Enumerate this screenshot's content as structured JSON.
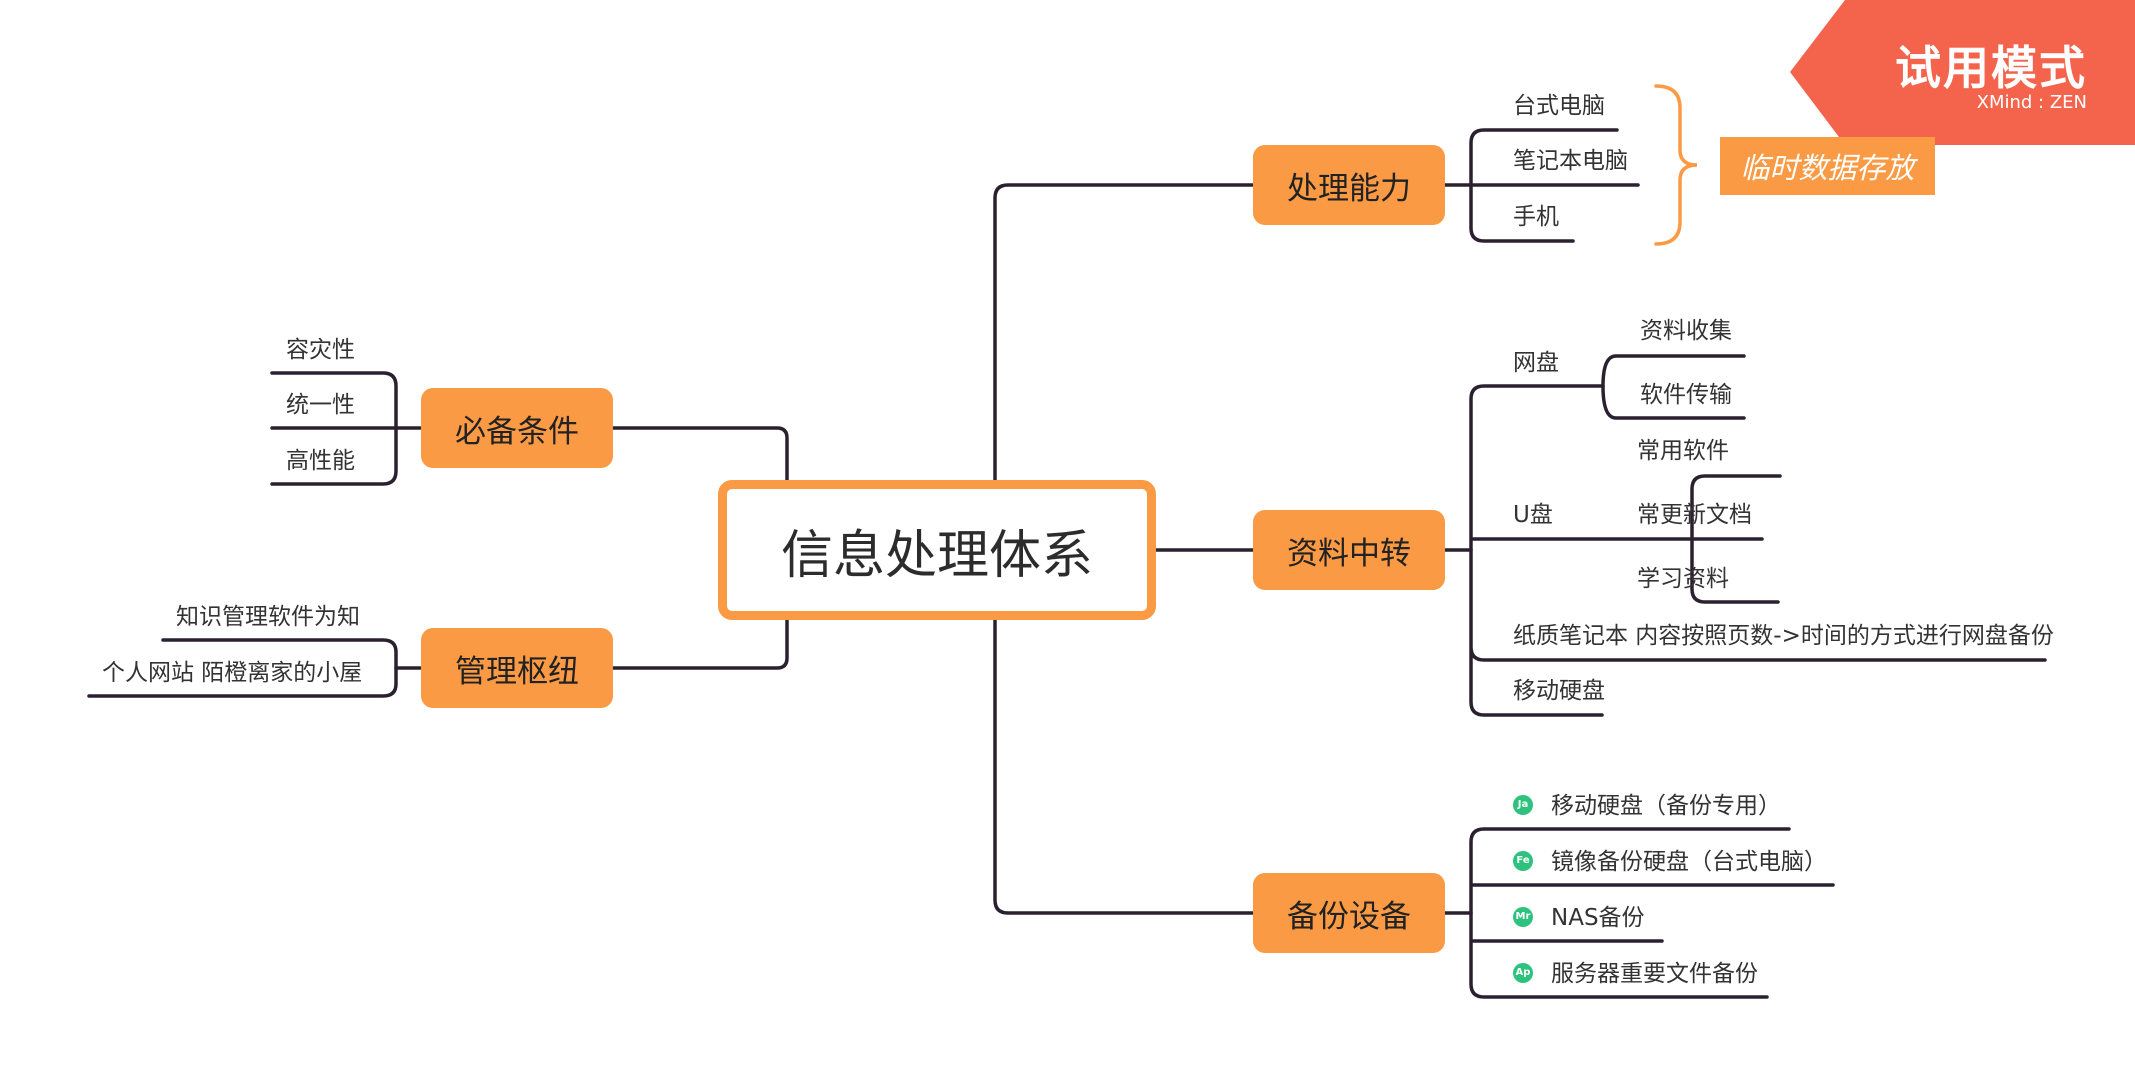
{
  "central": {
    "label": "信息处理体系"
  },
  "branches": {
    "processing": {
      "label": "处理能力",
      "items": [
        "台式电脑",
        "笔记本电脑",
        "手机"
      ],
      "summary": "临时数据存放"
    },
    "transfer": {
      "label": "资料中转",
      "netdisk": {
        "label": "网盘",
        "items": [
          "资料收集",
          "软件传输"
        ]
      },
      "usb": {
        "label": "U盘",
        "items": [
          "常用软件",
          "常更新文档",
          "学习资料"
        ]
      },
      "paper": "纸质笔记本 内容按照页数->时间的方式进行网盘备份",
      "hdd": "移动硬盘"
    },
    "backup": {
      "label": "备份设备",
      "items": [
        {
          "marker": "Ja",
          "label": "移动硬盘（备份专用）"
        },
        {
          "marker": "Fe",
          "label": "镜像备份硬盘（台式电脑）"
        },
        {
          "marker": "Mr",
          "label": "NAS备份"
        },
        {
          "marker": "Ap",
          "label": "服务器重要文件备份"
        }
      ]
    },
    "requirements": {
      "label": "必备条件",
      "items": [
        "容灾性",
        "统一性",
        "高性能"
      ]
    },
    "hub": {
      "label": "管理枢纽",
      "items": [
        "知识管理软件为知",
        "个人网站 陌橙离家的小屋"
      ]
    }
  },
  "watermark": {
    "text": "试用模式",
    "brand": "XMind : ZEN"
  },
  "colors": {
    "accent": "#fb9a44",
    "line": "#2b2030",
    "marker": "#2ec27e",
    "badge": "#f4644c"
  }
}
